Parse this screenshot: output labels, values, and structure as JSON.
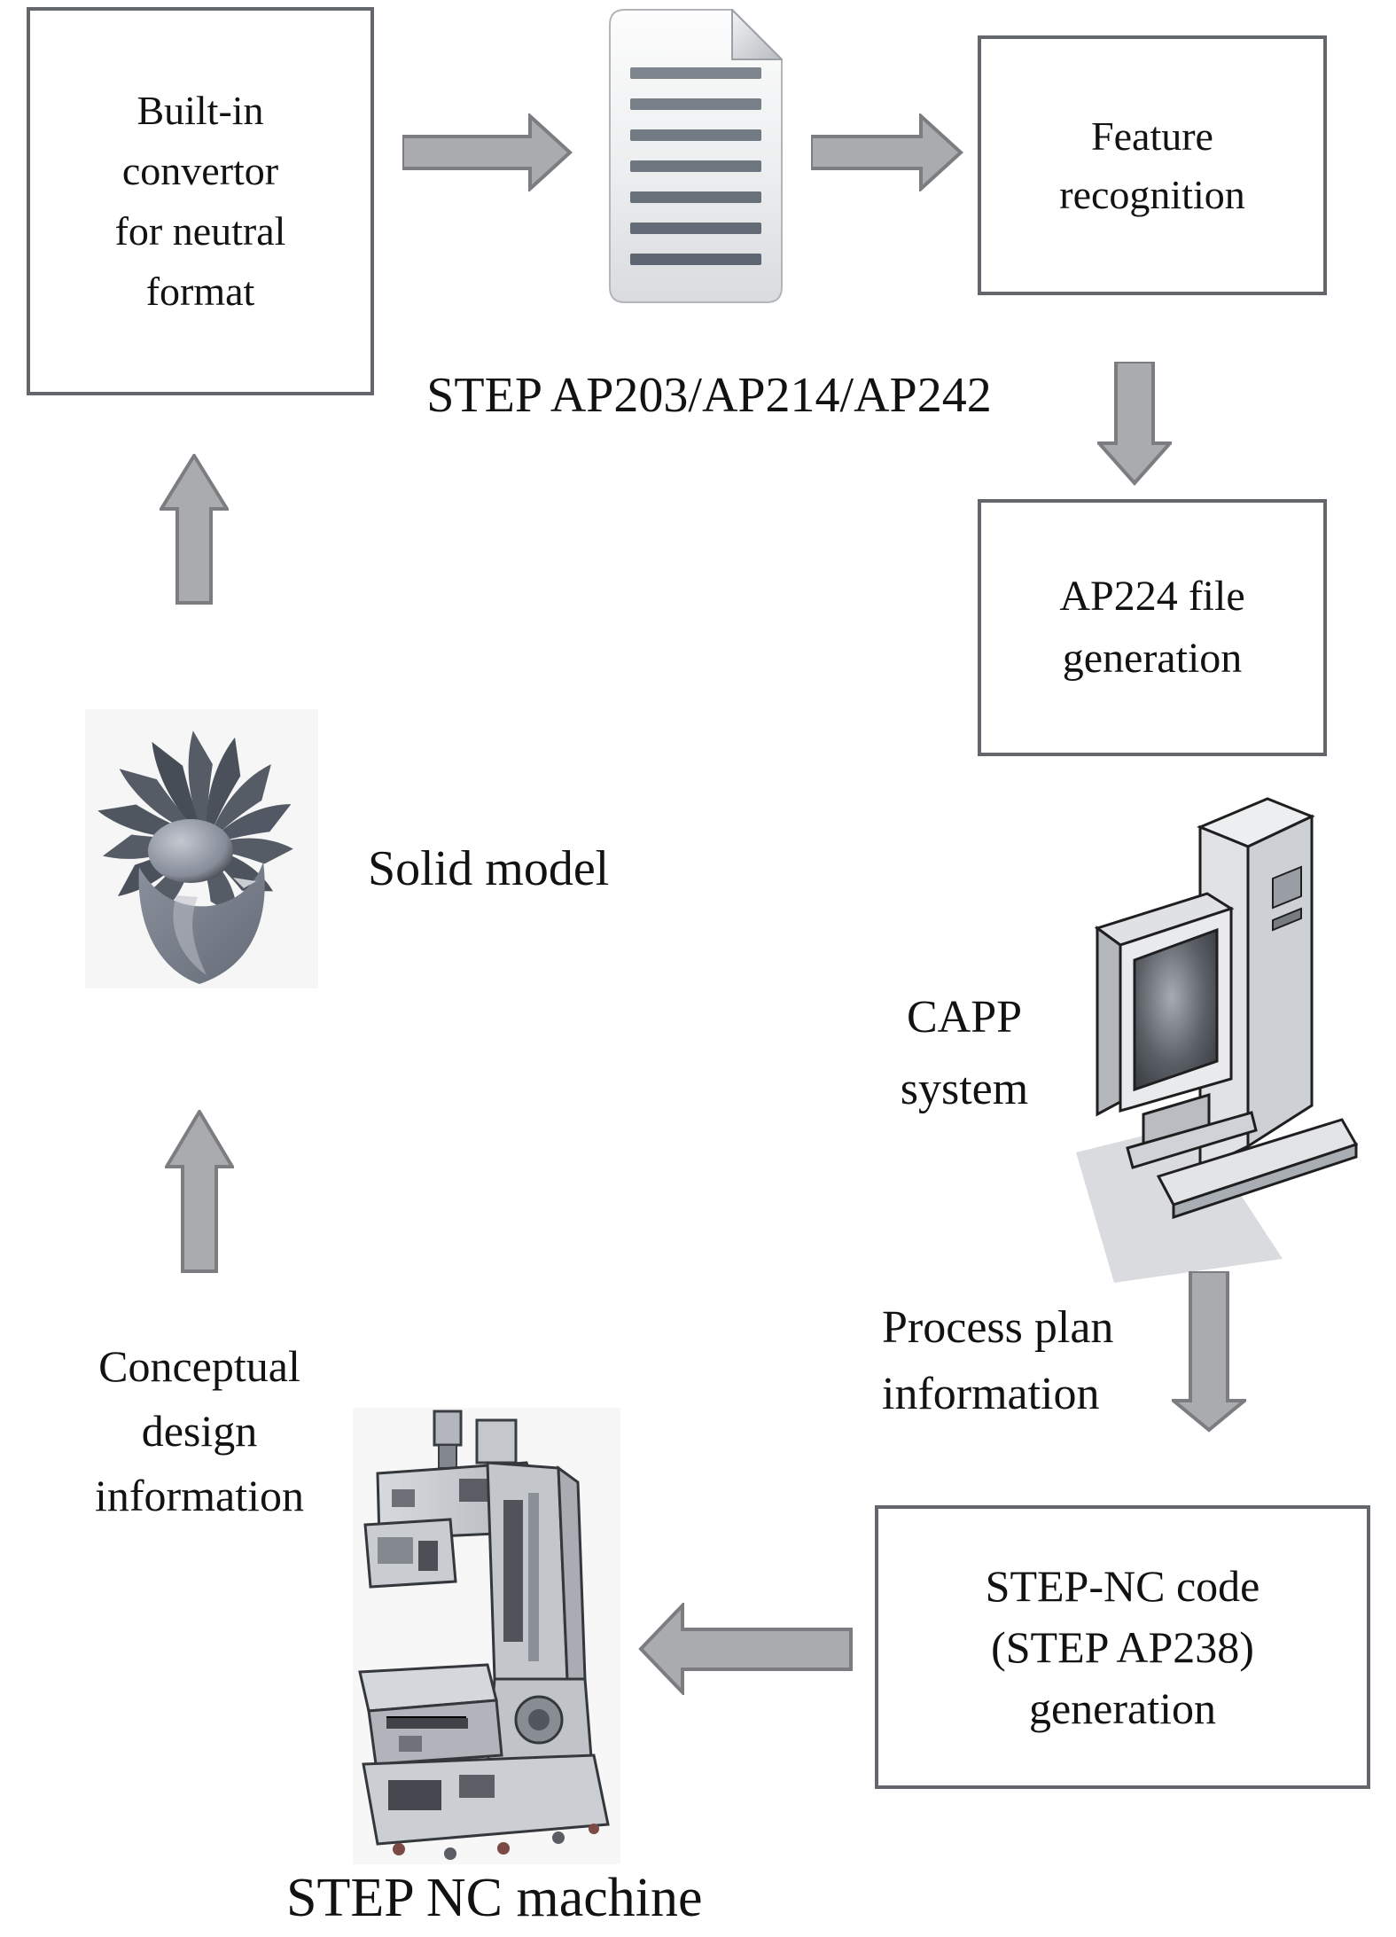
{
  "figure": {
    "type": "flow-diagram",
    "title_context": "STEP-NC based CAD/CAPP/CAM process chain",
    "colors": {
      "background": "#ffffff",
      "box_border": "#63666b",
      "arrow_fill": "#a9abad",
      "arrow_stroke": "#7b7d80",
      "text": "#121212",
      "doc_line": "#5c6570"
    },
    "boxes": {
      "builtin": {
        "lines": [
          "Built-in",
          "convertor",
          "for neutral",
          "format"
        ]
      },
      "feature": {
        "lines": [
          "Feature",
          "recognition"
        ]
      },
      "ap224": {
        "lines": [
          "AP224 file",
          "generation"
        ]
      },
      "stepnc": {
        "lines": [
          "STEP-NC code",
          "(STEP AP238)",
          "generation"
        ]
      }
    },
    "labels": {
      "step_formats": "STEP AP203/AP214/AP242",
      "solid_model": "Solid model",
      "capp": {
        "lines": [
          "CAPP",
          "system"
        ]
      },
      "process_plan": {
        "lines": [
          "Process plan",
          "information"
        ]
      },
      "conceptual": {
        "lines": [
          "Conceptual",
          "design",
          "information"
        ]
      },
      "step_nc_machine": "STEP NC machine"
    },
    "icons": [
      {
        "name": "document-icon",
        "meaning": "STEP neutral file document"
      },
      {
        "name": "computer-icon",
        "meaning": "CAPP system computer"
      },
      {
        "name": "turbine-icon",
        "meaning": "solid model of impeller part"
      },
      {
        "name": "cnc-machine-icon",
        "meaning": "STEP NC machine tool"
      }
    ],
    "arrows": [
      {
        "name": "arrow-builtin-to-document",
        "direction": "right"
      },
      {
        "name": "arrow-document-to-feature",
        "direction": "right"
      },
      {
        "name": "arrow-feature-to-ap224",
        "direction": "down"
      },
      {
        "name": "arrow-capp-to-stepnc",
        "direction": "down"
      },
      {
        "name": "arrow-stepnc-to-machine",
        "direction": "left"
      },
      {
        "name": "arrow-solidmodel-to-builtin",
        "direction": "up"
      },
      {
        "name": "arrow-conceptual-to-solidmodel",
        "direction": "up"
      }
    ]
  }
}
